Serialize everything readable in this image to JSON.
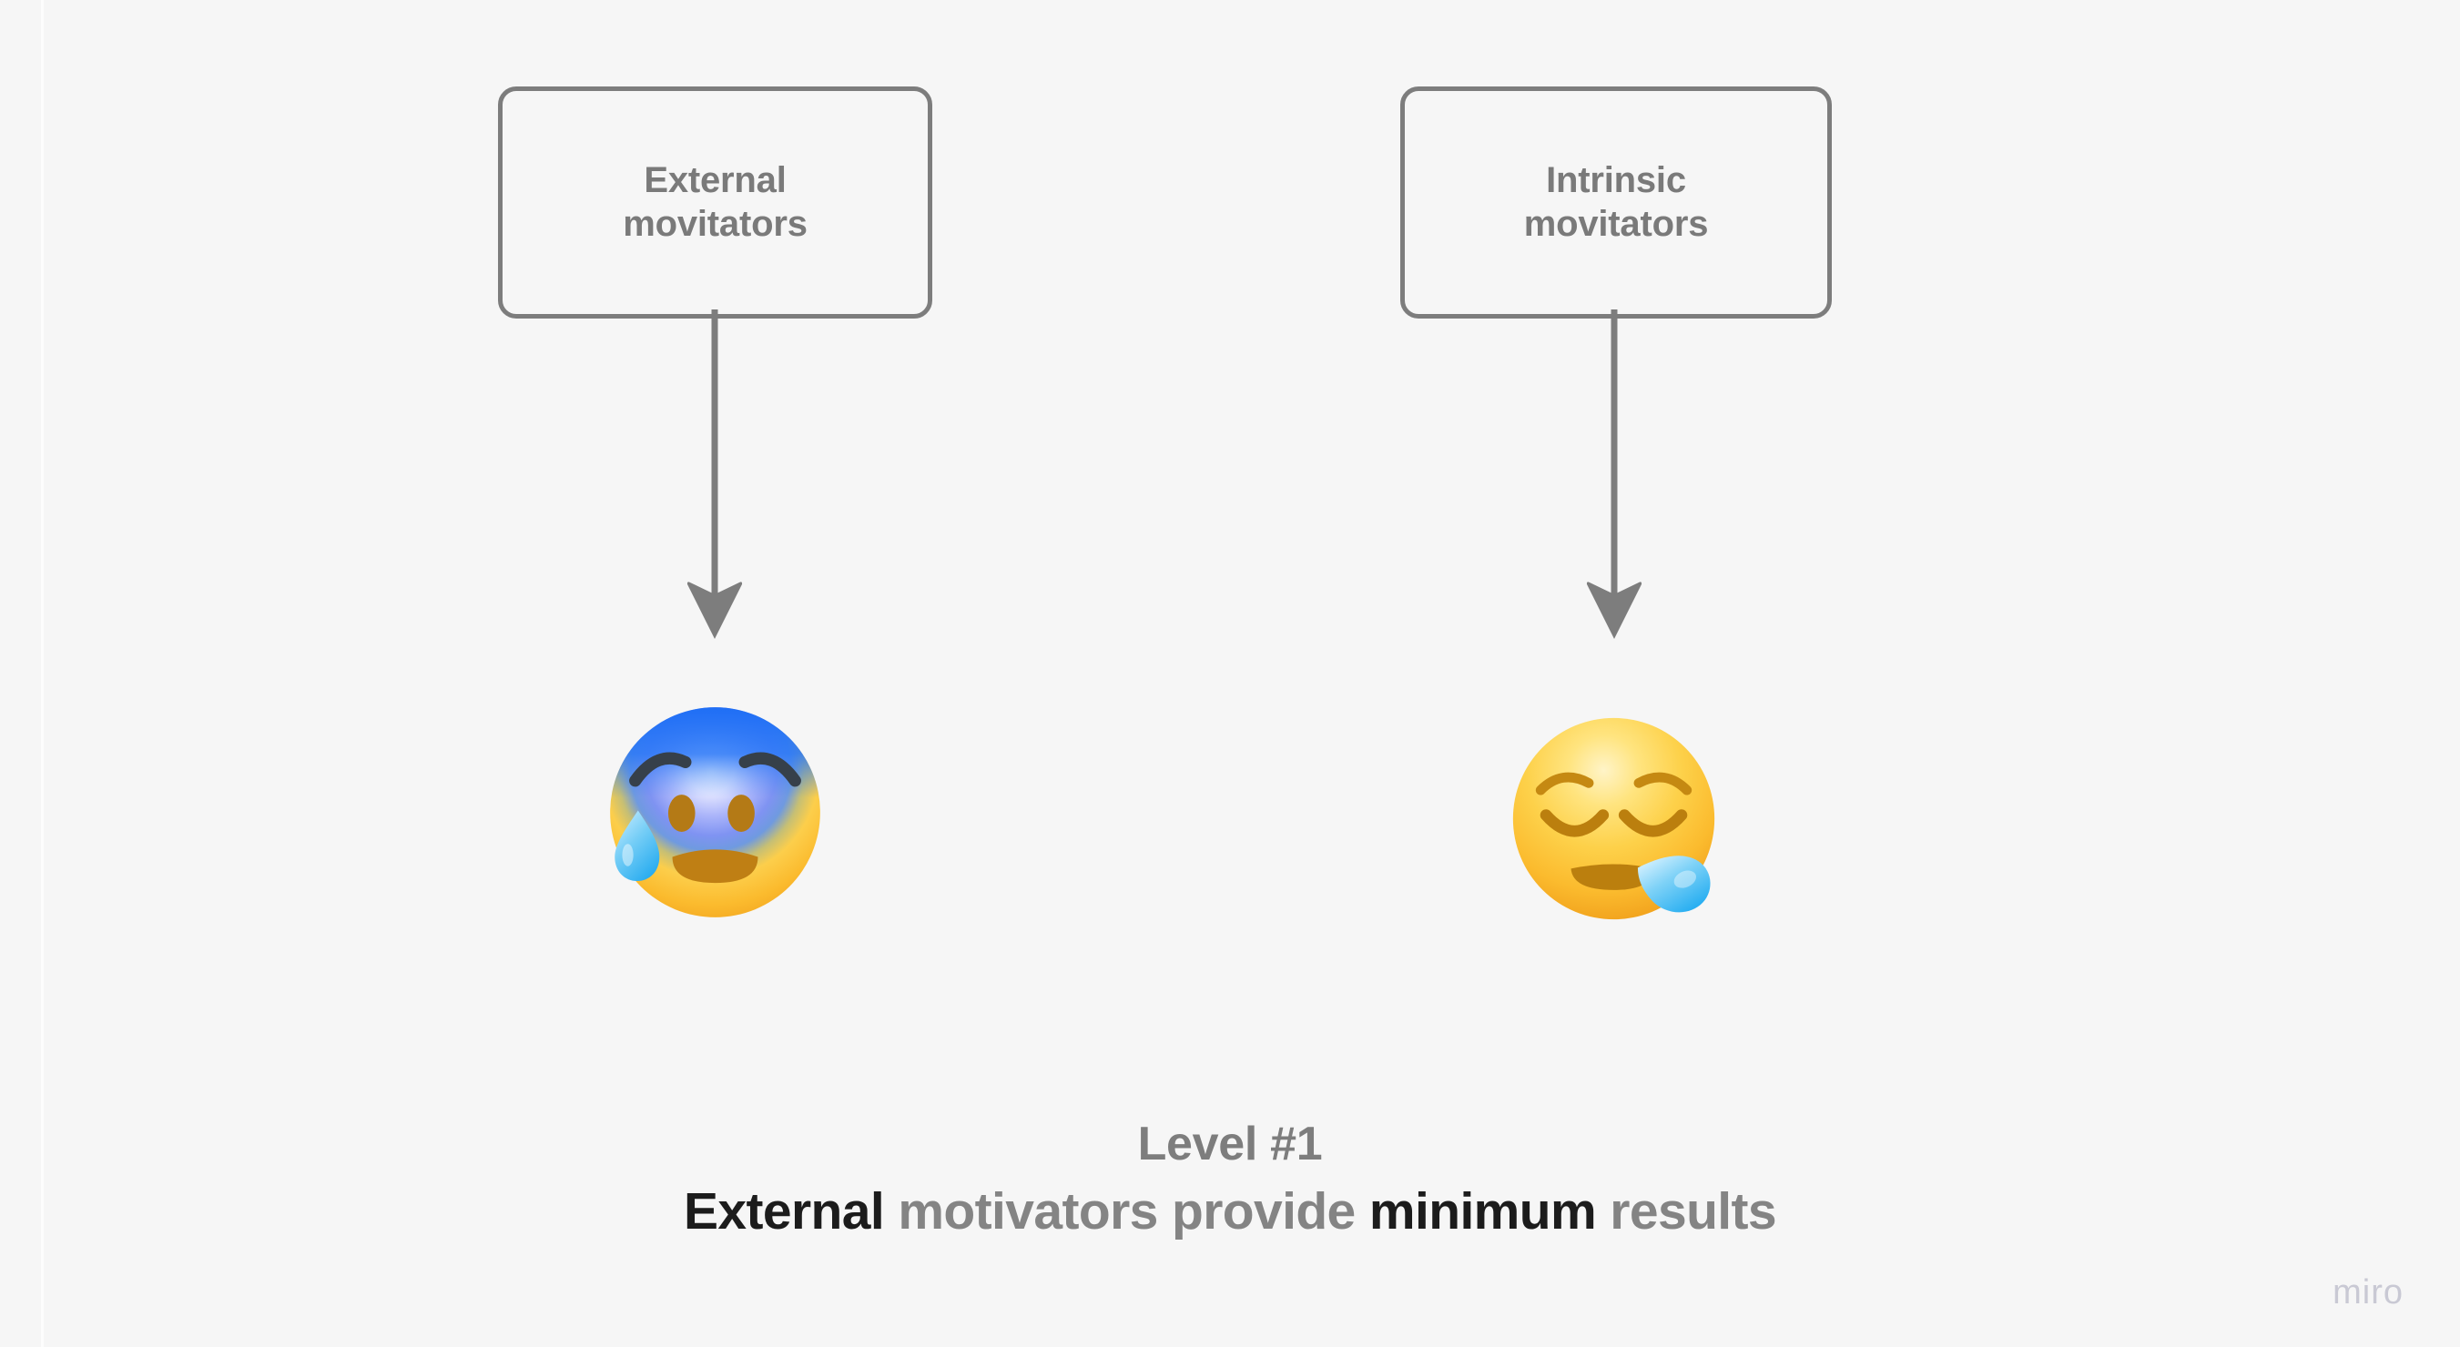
{
  "board": {
    "background_color": "#f6f6f6",
    "watermark": "miro"
  },
  "nodes": [
    {
      "id": "external",
      "label": "External\nmovitators",
      "line1": "External",
      "line2": "movitators",
      "border_color": "#7d7d7d",
      "text_color": "#7a7a7a"
    },
    {
      "id": "intrinsic",
      "label": "Intrinsic\nmovitators",
      "line1": "Intrinsic",
      "line2": "movitators",
      "border_color": "#7d7d7d",
      "text_color": "#7a7a7a"
    }
  ],
  "connectors": [
    {
      "id": "external-to-emoji",
      "from": "external",
      "to": "anxious-face-with-sweat",
      "direction": "down",
      "color": "#7d7d7d"
    },
    {
      "id": "intrinsic-to-emoji",
      "from": "intrinsic",
      "to": "sleepy-face",
      "direction": "down",
      "color": "#7d7d7d"
    }
  ],
  "emojis": [
    {
      "id": "anxious-face-with-sweat",
      "name": "anxious-face-with-sweat-emoji",
      "character": "😰",
      "description": "Anxious face with sweat"
    },
    {
      "id": "sleepy-face",
      "name": "sleepy-face-emoji",
      "character": "😪",
      "description": "Sleepy face with sweat drop"
    }
  ],
  "caption": {
    "level": "Level #1",
    "statement_parts": [
      {
        "text": "External",
        "emphasis": true
      },
      {
        "text": " motivators provide ",
        "emphasis": false
      },
      {
        "text": "minimum",
        "emphasis": true
      },
      {
        "text": " results",
        "emphasis": false
      }
    ],
    "statement_full": "External motivators provide minimum results",
    "emphasis_color": "#1c1c1c",
    "muted_color": "#848484",
    "level_color": "#7d7d7d"
  }
}
